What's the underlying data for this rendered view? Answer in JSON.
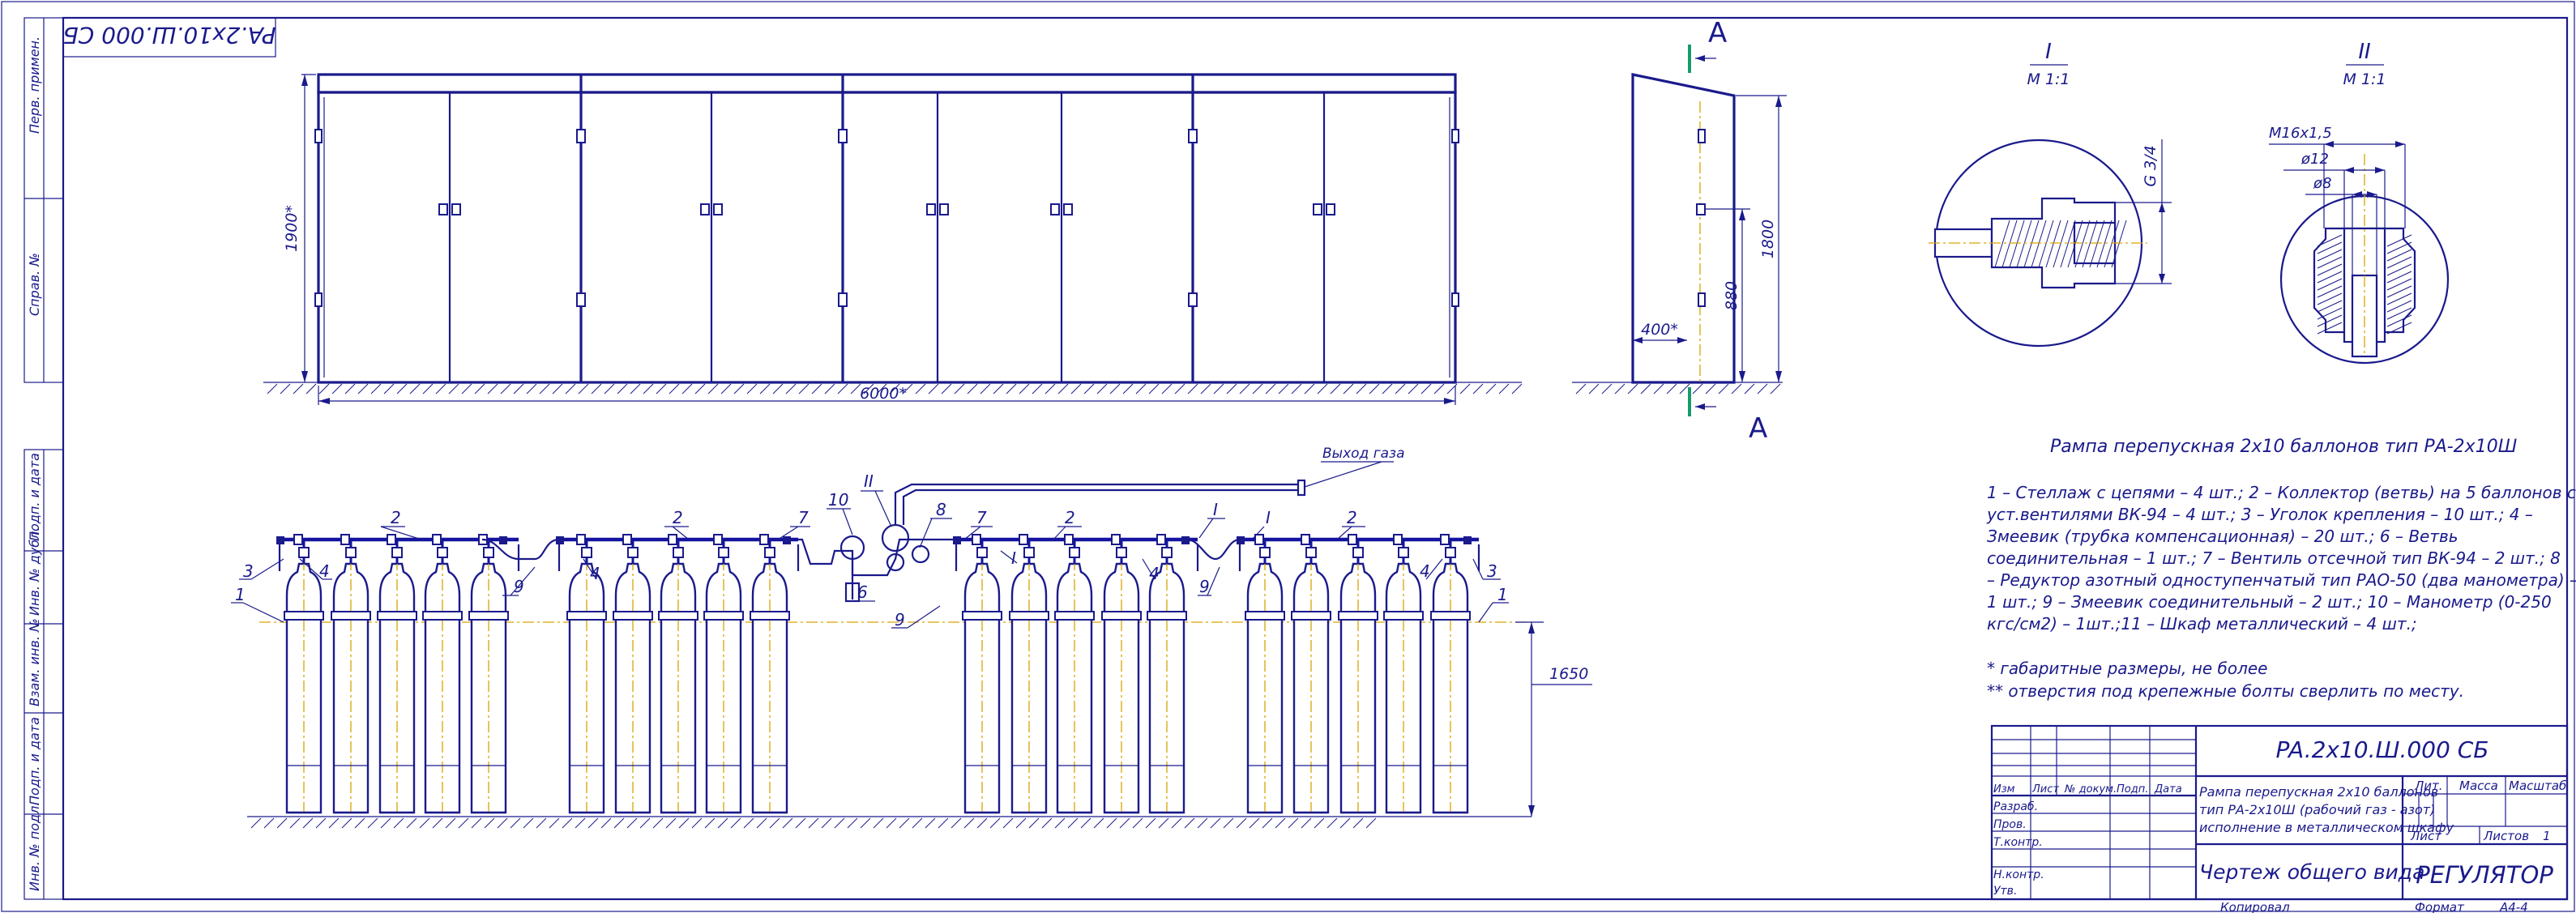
{
  "colors": {
    "line": "#1a1a8c",
    "bold": "#1414a0",
    "axis": "#d9a400",
    "section_mark": "#1a9a6a"
  },
  "stamp_code_rotated": "PA.2x10.Ш.000 СБ",
  "left_strip": {
    "top": [
      "Перв. примен.",
      "Справ. №"
    ],
    "bottom": [
      "Подп. и дата",
      "Инв. № дубл.",
      "Взам. инв. №",
      "Подп. и дата",
      "Инв. № подл."
    ]
  },
  "front_view": {
    "height_dim": "1900*",
    "width_dim": "6000*"
  },
  "side_view": {
    "depth_dim": "400*",
    "height_880": "880",
    "height_1800": "1800",
    "section_letter": "A"
  },
  "details": [
    {
      "roman": "I",
      "scale": "М 1:1",
      "thread": "G 3/4"
    },
    {
      "roman": "II",
      "scale": "М 1:1",
      "dims": [
        "M16x1,5",
        "ø12",
        "ø8"
      ]
    }
  ],
  "title": "Рампа перепускная 2х10 баллонов тип РА-2х10Ш",
  "legend_lines": [
    "1 – Стеллаж с цепями – 4 шт.; 2 – Коллектор (ветвь) на 5 баллонов с",
    "уст.вентилями ВК-94 – 4 шт.; 3 – Уголок крепления – 10 шт.; 4 –",
    "Змеевик (трубка компенсационная) – 20 шт.; 6 – Ветвь",
    "соединительная – 1 шт.; 7 – Вентиль отсечной тип ВК-94 – 2 шт.; 8",
    "– Редуктор азотный одноступенчатый тип РАО-50 (два манометра) –",
    "1 шт.; 9 – Змеевик соединительный – 2 шт.; 10 – Манометр (0-250",
    "кгс/см2) – 1шт.;11 – Шкаф металлический – 4 шт.;"
  ],
  "notes": [
    "* габаритные размеры, не более",
    "** отверстия под крепежные болты сверлить по месту."
  ],
  "gas_outlet": "Выход газа",
  "height_1650": "1650",
  "callouts": {
    "left": [
      "1",
      "3",
      "4",
      "2",
      "9",
      "4",
      "2",
      "7"
    ],
    "center": [
      "10",
      "II",
      "8",
      "6",
      "9"
    ],
    "right": [
      "7",
      "2",
      "I",
      "I",
      "2",
      "4",
      "9",
      "4",
      "3",
      "1"
    ]
  },
  "title_block": {
    "code": "PA.2x10.Ш.000 СБ",
    "name_lines": [
      "Рампа перепускная 2х10 баллонов",
      "тип РА-2х10Ш (рабочий газ - азот)",
      "исполнение в металлическом шкафу"
    ],
    "doc_kind": "Чертеж общего вида",
    "org": "РЕГУЛЯТОР",
    "col_heads": [
      "Изм",
      "Лист",
      "№ докум.",
      "Подп.",
      "Дата"
    ],
    "rows": [
      "Разраб.",
      "Пров.",
      "Т.контр.",
      "Н.контр.",
      "Утв."
    ],
    "lit": "Лит.",
    "mass": "Масса",
    "scale": "Масштаб",
    "sheet": "Лист",
    "sheets": "Листов",
    "sheets_val": "1",
    "copied": "Копировал",
    "format": "Формат",
    "format_val": "A4-4"
  }
}
